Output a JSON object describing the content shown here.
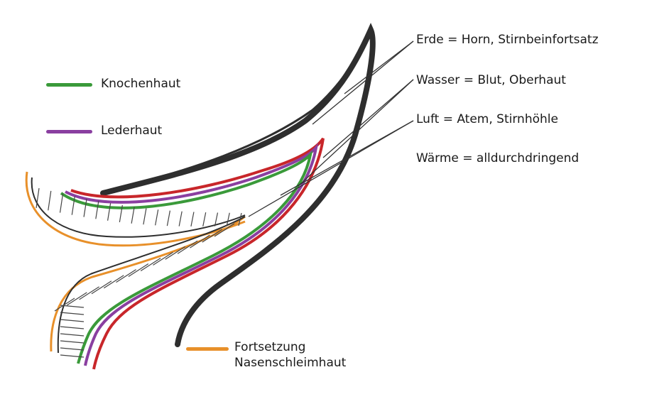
{
  "legend": [
    {
      "label": "Knochenhaut",
      "color": "#3a9a3a"
    },
    {
      "label": "Lederhaut",
      "color": "#8a3fa0"
    },
    {
      "label": "Fortsetzung\nNasenschleimhaut",
      "color": "#e8902a"
    }
  ],
  "annotations": [
    "Erde = Horn, Stirnbeinfortsatz",
    "Wasser = Blut, Oberhaut",
    "Luft = Atem, Stirnhöhle",
    "Wärme = alldurchdringend"
  ],
  "colors": {
    "horn": "#2e2e2e",
    "blood": "#c8262a",
    "leather": "#8a3fa0",
    "bone": "#3a9a3a",
    "mucosa": "#e8902a",
    "line": "#333333"
  }
}
